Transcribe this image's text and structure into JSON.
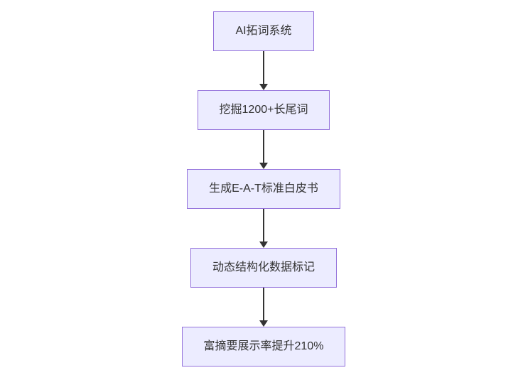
{
  "flowchart": {
    "type": "flowchart",
    "direction": "top-down",
    "nodes": [
      {
        "id": "A",
        "label": "AI拓词系统"
      },
      {
        "id": "B",
        "label": "挖掘1200+长尾词"
      },
      {
        "id": "C",
        "label": "生成E-A-T标准白皮书"
      },
      {
        "id": "D",
        "label": "动态结构化数据标记"
      },
      {
        "id": "E",
        "label": "富摘要展示率提升210%"
      }
    ],
    "edges": [
      {
        "from": "A",
        "to": "B"
      },
      {
        "from": "B",
        "to": "C"
      },
      {
        "from": "C",
        "to": "D"
      },
      {
        "from": "D",
        "to": "E"
      }
    ],
    "colors": {
      "node_fill": "#ECECFF",
      "node_border": "#9370DB",
      "arrow": "#333333",
      "text": "#333333",
      "background": "#ffffff"
    }
  }
}
